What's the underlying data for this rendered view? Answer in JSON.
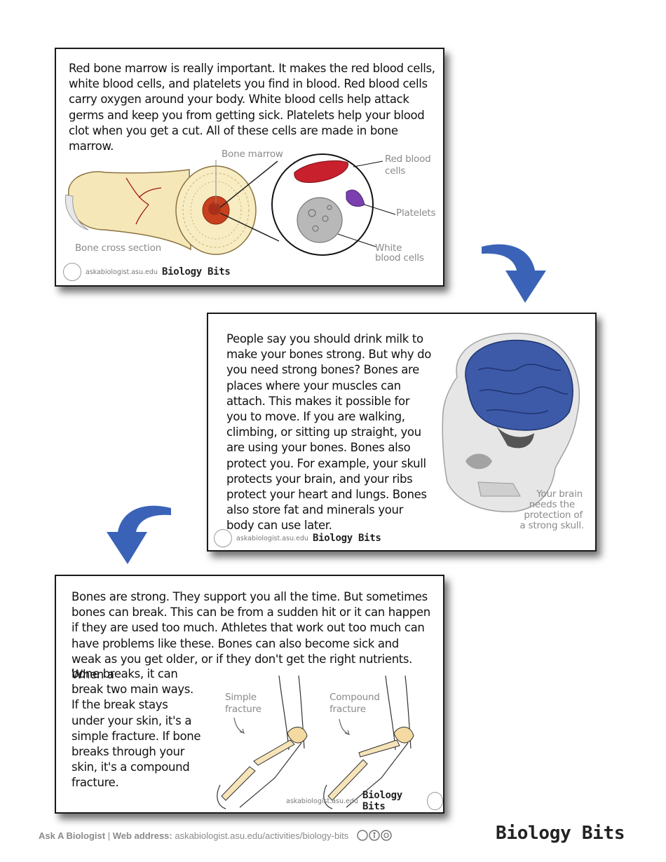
{
  "card1": {
    "text": "Red bone marrow is really important. It makes the red blood cells, white blood cells, and platelets you find in blood. Red blood cells carry oxygen around your body. White blood cells help attack germs and keep you from getting sick. Platelets help your blood clot when you get a cut. All of these cells are made in bone marrow.",
    "labels": {
      "bone_marrow": "Bone marrow",
      "red_blood_cells_1": "Red blood",
      "red_blood_cells_2": "cells",
      "platelets": "Platelets",
      "white_blood_cells_1": "White",
      "white_blood_cells_2": "blood cells",
      "cross_section": "Bone cross section"
    }
  },
  "card2": {
    "text": "People say you should drink milk to make your bones strong. But why do you need strong bones? Bones are places where your muscles can attach. This makes it possible for you to move. If you are walking, climbing, or sitting up straight, you are using your bones. Bones also protect you. For example, your skull protects your brain, and your ribs protect your heart and lungs. Bones also store fat and minerals your body can use later.",
    "caption": [
      "Your brain",
      "needs the",
      "protection of",
      "a strong skull."
    ]
  },
  "card3": {
    "text_top": "Bones are strong. They support you all the time. But sometimes bones can break. This can be from a sudden hit or it can happen if they are used too much. Athletes that work out too much can have problems like these. Bones can also become sick and weak as you get older, or if they don't get the right nutrients. When a",
    "text_side": "bone breaks, it can break two main ways. If the break stays under your skin, it's a simple fracture. If bone breaks through your skin, it's a compound fracture.",
    "labels": {
      "simple_1": "Simple",
      "simple_2": "fracture",
      "compound_1": "Compound",
      "compound_2": "fracture"
    }
  },
  "card_footer": {
    "site": "askabiologist.asu.edu",
    "logo": "Biology Bits"
  },
  "page_footer": {
    "org": "Ask A Biologist",
    "separator": " | ",
    "web_label": "Web address:",
    "url": " askabiologist.asu.edu/activities/biology-bits"
  },
  "brand_logo": "Biology Bits",
  "colors": {
    "arrow": "#3a63b8",
    "red_cell": "#c8202c",
    "platelet": "#7b3fb0",
    "marrow": "#c8401e",
    "bone": "#f4e3b0",
    "brain": "#3d5aa8"
  }
}
